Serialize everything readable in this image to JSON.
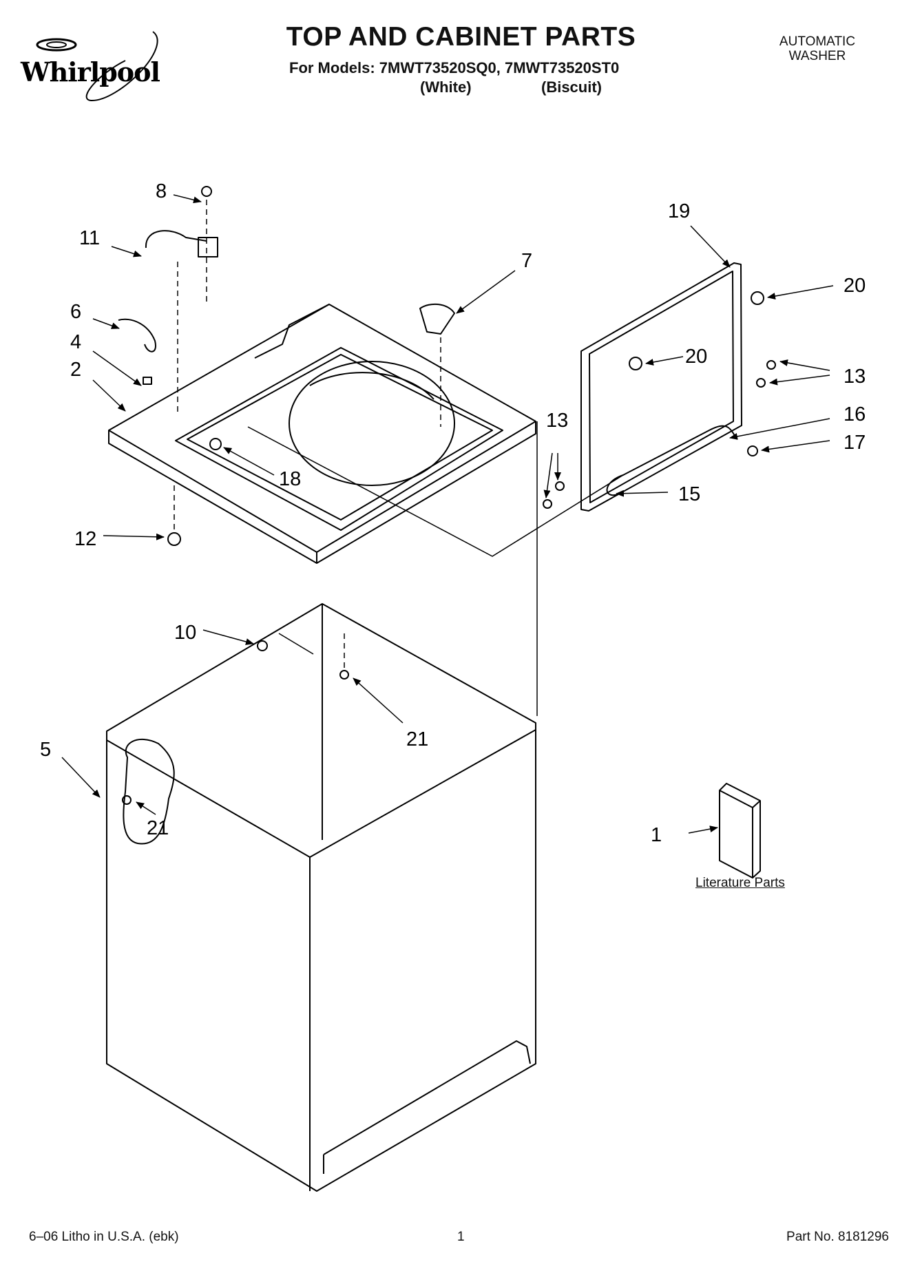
{
  "header": {
    "brand": "Whirlpool",
    "title": "TOP AND CABINET PARTS",
    "models_line": "For Models: 7MWT73520SQ0, 7MWT73520ST0",
    "variant_white": "(White)",
    "variant_biscuit": "(Biscuit)",
    "product_line1": "AUTOMATIC",
    "product_line2": "WASHER"
  },
  "diagram": {
    "callouts": [
      {
        "id": "c8",
        "label": "8"
      },
      {
        "id": "c11",
        "label": "11"
      },
      {
        "id": "c6",
        "label": "6"
      },
      {
        "id": "c4",
        "label": "4"
      },
      {
        "id": "c2",
        "label": "2"
      },
      {
        "id": "c7",
        "label": "7"
      },
      {
        "id": "c18",
        "label": "18"
      },
      {
        "id": "c12",
        "label": "12"
      },
      {
        "id": "c19",
        "label": "19"
      },
      {
        "id": "c20a",
        "label": "20"
      },
      {
        "id": "c20b",
        "label": "20"
      },
      {
        "id": "c13a",
        "label": "13"
      },
      {
        "id": "c16",
        "label": "16"
      },
      {
        "id": "c17",
        "label": "17"
      },
      {
        "id": "c13b",
        "label": "13"
      },
      {
        "id": "c15",
        "label": "15"
      },
      {
        "id": "c10",
        "label": "10"
      },
      {
        "id": "c21a",
        "label": "21"
      },
      {
        "id": "c5",
        "label": "5"
      },
      {
        "id": "c21b",
        "label": "21"
      },
      {
        "id": "c1",
        "label": "1"
      }
    ],
    "literature_label": "Literature Parts"
  },
  "footer": {
    "left": "6–06 Litho in U.S.A. (ebk)",
    "page": "1",
    "part_no": "Part No. 8181296"
  }
}
